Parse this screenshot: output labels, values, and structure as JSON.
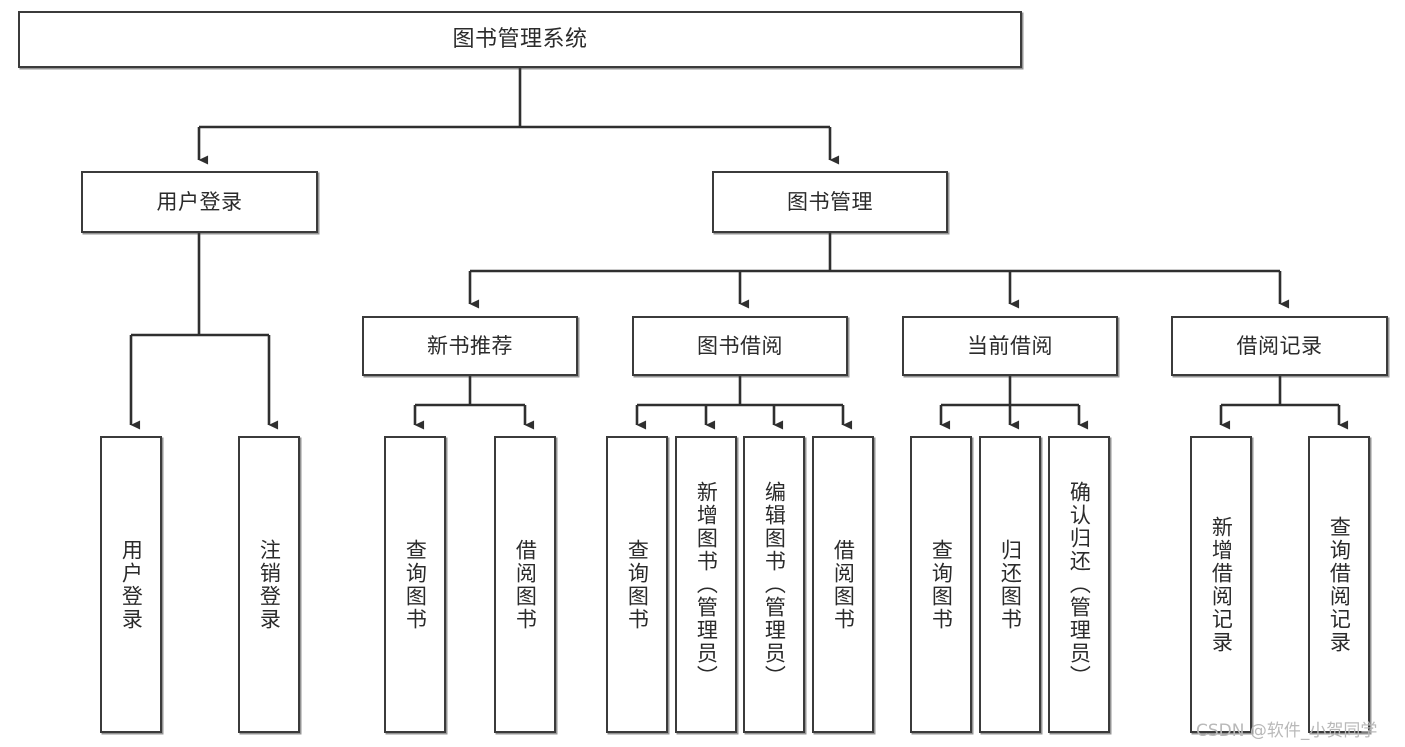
{
  "diagram": {
    "type": "tree",
    "title": "图书管理系统",
    "watermark": "CSDN @软件_小贺同学",
    "colors": {
      "stroke": "#3b3b3b",
      "node_fill": "#ffffff",
      "text": "#2b2b2b",
      "watermark": "#b9b9b9",
      "background": "#ffffff"
    },
    "levels": {
      "root": [
        "图书管理系统"
      ],
      "level1": [
        "用户登录",
        "图书管理"
      ],
      "level2": [
        "新书推荐",
        "图书借阅",
        "当前借阅",
        "借阅记录"
      ],
      "leaves": [
        "用户登录",
        "注销登录",
        "查询图书",
        "借阅图书",
        "查询图书",
        "新增图书（管理员）",
        "编辑图书（管理员）",
        "借阅图书",
        "查询图书",
        "归还图书",
        "确认归还（管理员）",
        "新增借阅记录",
        "查询借阅记录"
      ]
    },
    "nodes": {
      "root": {
        "label": "图书管理系统"
      },
      "user_login": {
        "label": "用户登录"
      },
      "book_mgmt": {
        "label": "图书管理"
      },
      "new_book_rec": {
        "label": "新书推荐"
      },
      "book_borrow": {
        "label": "图书借阅"
      },
      "current_borrow": {
        "label": "当前借阅"
      },
      "borrow_record": {
        "label": "借阅记录"
      },
      "leaf_user_login": {
        "label": "用户登录"
      },
      "leaf_logout": {
        "label": "注销登录"
      },
      "leaf_query_book_1": {
        "label": "查询图书"
      },
      "leaf_borrow_book_1": {
        "label": "借阅图书"
      },
      "leaf_query_book_2": {
        "label": "查询图书"
      },
      "leaf_add_book_admin": {
        "label": "新增图书（管理员）"
      },
      "leaf_edit_book_admin": {
        "label": "编辑图书（管理员）"
      },
      "leaf_borrow_book_2": {
        "label": "借阅图书"
      },
      "leaf_query_book_3": {
        "label": "查询图书"
      },
      "leaf_return_book": {
        "label": "归还图书"
      },
      "leaf_confirm_return_admin": {
        "label": "确认归还（管理员）"
      },
      "leaf_add_borrow_record": {
        "label": "新增借阅记录"
      },
      "leaf_query_borrow_record": {
        "label": "查询借阅记录"
      }
    },
    "edges": [
      {
        "from": "root",
        "to": "user_login"
      },
      {
        "from": "root",
        "to": "book_mgmt"
      },
      {
        "from": "user_login",
        "to": "leaf_user_login"
      },
      {
        "from": "user_login",
        "to": "leaf_logout"
      },
      {
        "from": "book_mgmt",
        "to": "new_book_rec"
      },
      {
        "from": "book_mgmt",
        "to": "book_borrow"
      },
      {
        "from": "book_mgmt",
        "to": "current_borrow"
      },
      {
        "from": "book_mgmt",
        "to": "borrow_record"
      },
      {
        "from": "new_book_rec",
        "to": "leaf_query_book_1"
      },
      {
        "from": "new_book_rec",
        "to": "leaf_borrow_book_1"
      },
      {
        "from": "book_borrow",
        "to": "leaf_query_book_2"
      },
      {
        "from": "book_borrow",
        "to": "leaf_add_book_admin"
      },
      {
        "from": "book_borrow",
        "to": "leaf_edit_book_admin"
      },
      {
        "from": "book_borrow",
        "to": "leaf_borrow_book_2"
      },
      {
        "from": "current_borrow",
        "to": "leaf_query_book_3"
      },
      {
        "from": "current_borrow",
        "to": "leaf_return_book"
      },
      {
        "from": "current_borrow",
        "to": "leaf_confirm_return_admin"
      },
      {
        "from": "borrow_record",
        "to": "leaf_add_borrow_record"
      },
      {
        "from": "borrow_record",
        "to": "leaf_query_borrow_record"
      }
    ]
  }
}
